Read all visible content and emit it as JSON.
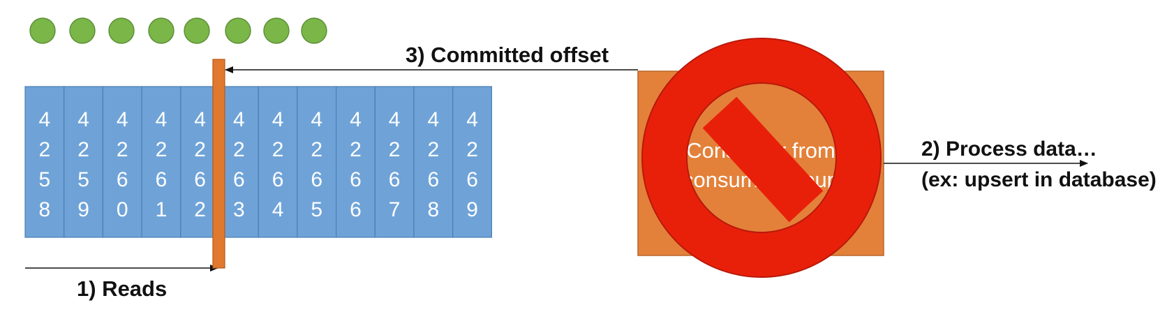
{
  "colors": {
    "message_dot": "#7ab648",
    "message_dot_stroke": "#5a8e34",
    "partition_cell": "#6fa3d8",
    "partition_cell_border": "#4a7db3",
    "partition_text": "#ffffff",
    "offset_marker": "#e0782e",
    "consumer_box": "#e3813a",
    "consumer_text": "#ffffff",
    "prohibited_sign": "#e8200a",
    "prohibited_sign_stroke": "#b8190a",
    "arrow": "#111111"
  },
  "message_dots": {
    "count": 8
  },
  "partition": {
    "offsets": [
      "4258",
      "4259",
      "4260",
      "4261",
      "4262",
      "4263",
      "4264",
      "4265",
      "4266",
      "4267",
      "4268",
      "4269"
    ]
  },
  "consumer": {
    "lines": [
      "Consumer from",
      "consumer group"
    ]
  },
  "prohibited_icon": "prohibited-sign-icon",
  "labels": {
    "reads": "1) Reads",
    "committed_offset": "3) Committed offset",
    "process_line1": "2) Process data…",
    "process_line2": "(ex: upsert in database)"
  }
}
